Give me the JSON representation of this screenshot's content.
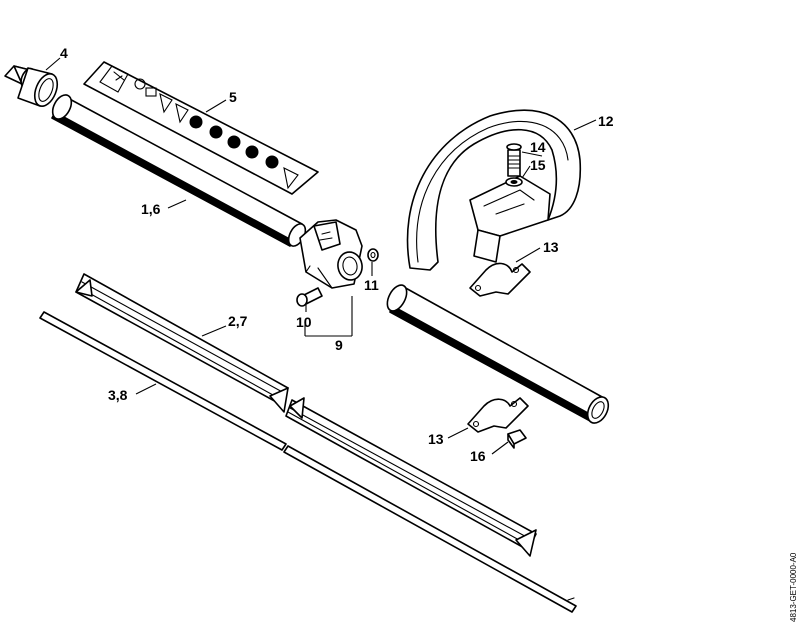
{
  "labels": {
    "p4": "4",
    "p5": "5",
    "p16_1": "1,6",
    "p27": "2,7",
    "p38": "3,8",
    "p9": "9",
    "p10": "10",
    "p11": "11",
    "p12": "12",
    "p13a": "13",
    "p13b": "13",
    "p14": "14",
    "p15": "15",
    "p16": "16"
  },
  "drawing_code": "4813-GET-0000-A0",
  "colors": {
    "line": "#000000",
    "paper": "#ffffff"
  }
}
